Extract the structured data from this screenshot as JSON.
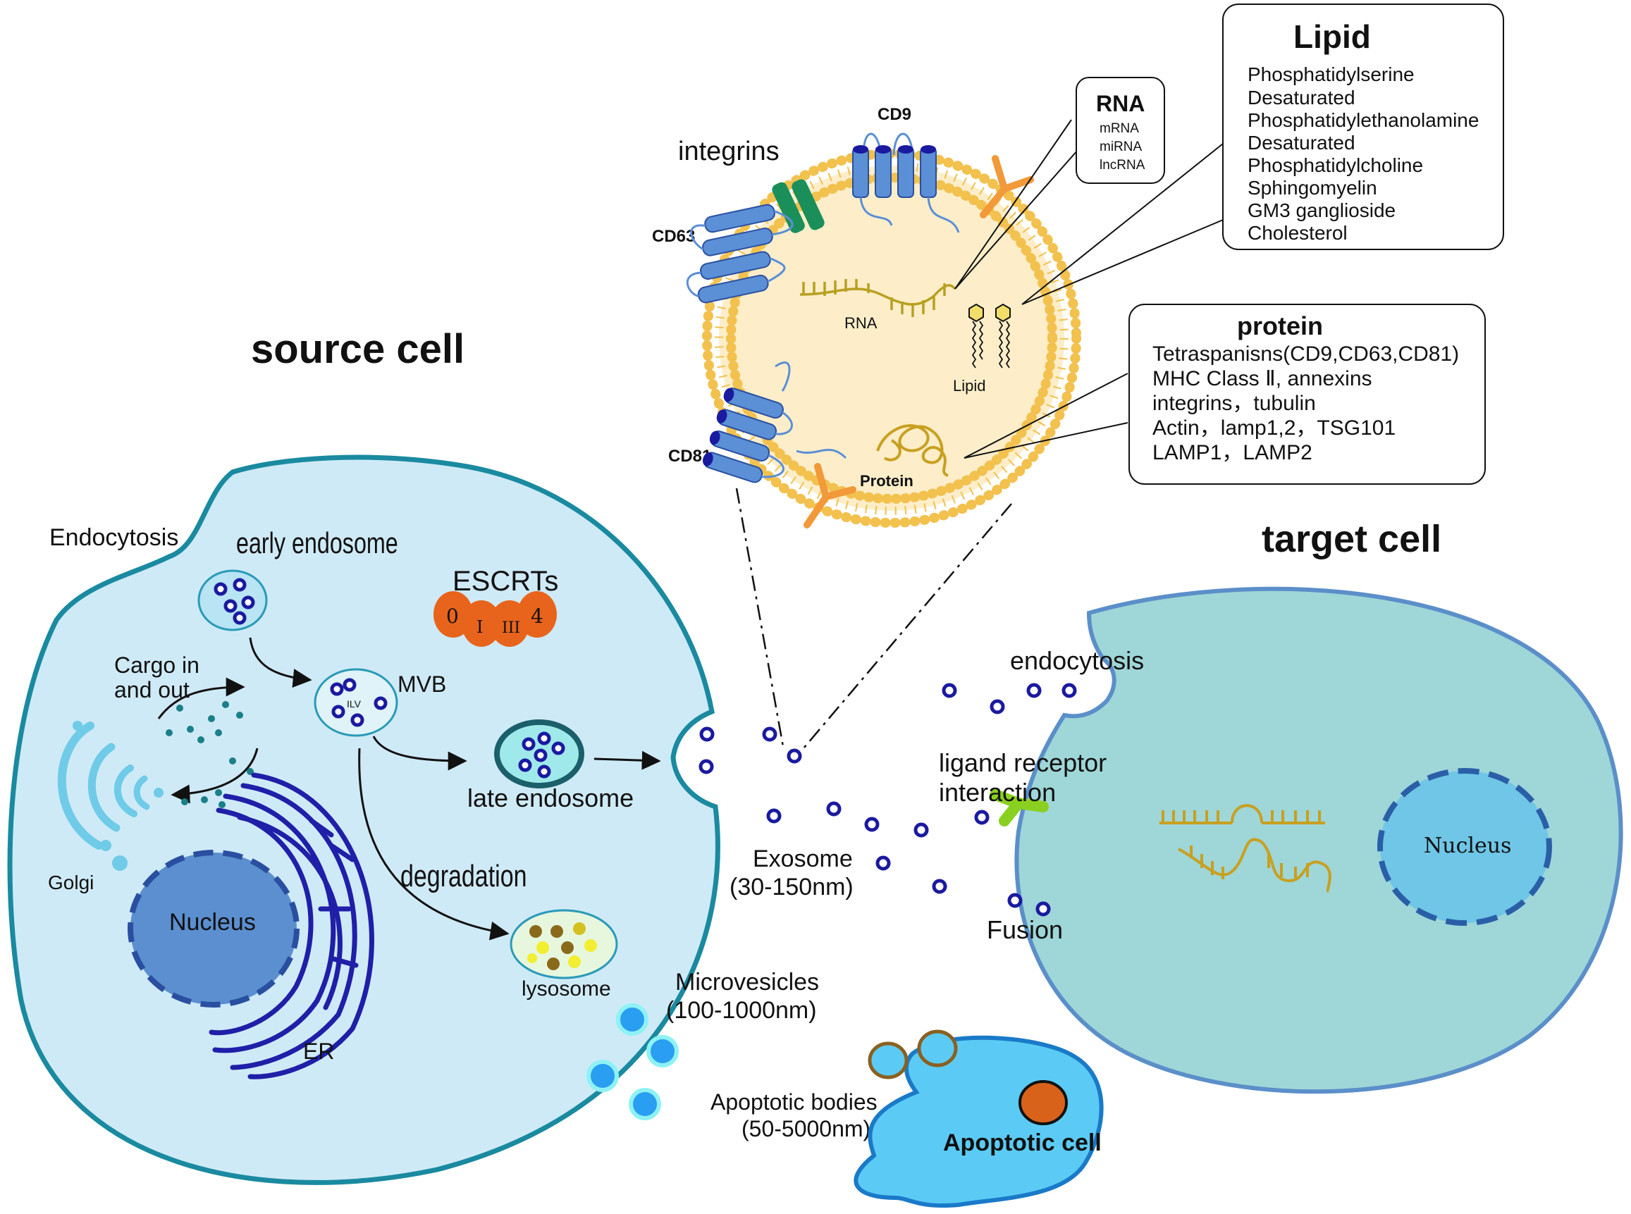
{
  "labels": {
    "source_cell": "source cell",
    "target_cell": "target cell",
    "endocytosis_source": "Endocytosis",
    "early_endosome": "early endosome",
    "escrts": "ESCRTs",
    "escrt_0": "0",
    "escrt_1": "I",
    "escrt_3": "III",
    "escrt_4": "4",
    "cargo": [
      "Cargo in",
      "and out"
    ],
    "mvb": "MVB",
    "ilv": "ILV",
    "late_endosome": "late endosome",
    "degradation": "degradation",
    "lysosome": "lysosome",
    "golgi": "Golgi",
    "nucleus_source": "Nucleus",
    "er": "ER",
    "microvesicles": [
      "Microvesicles",
      "(100-1000nm)"
    ],
    "apoptotic_bodies": [
      "Apoptotic bodies",
      "(50-5000nm)"
    ],
    "apoptotic_cell": "Apoptotic cell",
    "exosome": [
      "Exosome",
      "(30-150nm)"
    ],
    "endocytosis_target": "endocytosis",
    "ligand": [
      "ligand receptor",
      "interaction"
    ],
    "fusion": "Fusion",
    "nucleus_target": "Nucleus",
    "integrins": "integrins",
    "cd9": "CD9",
    "cd63": "CD63",
    "cd81": "CD81",
    "rna_inner": "RNA",
    "lipid_inner": "Lipid",
    "protein_inner": "Protein"
  },
  "rna_box": {
    "title": "RNA",
    "items": [
      "mRNA",
      "miRNA",
      "lncRNA"
    ]
  },
  "lipid_box": {
    "title": "Lipid",
    "items": [
      "Phosphatidylserine",
      "Desaturated",
      "Phosphatidylethanolamine",
      "Desaturated",
      "Phosphatidylcholine",
      "Sphingomyelin",
      "GM3 ganglioside",
      "Cholesterol"
    ]
  },
  "protein_box": {
    "title": "protein",
    "items": [
      "Tetraspanisns(CD9,CD63,CD81)",
      "MHC Class Ⅱ, annexins",
      "integrins，tubulin",
      "Actin，lamp1,2，TSG101",
      "LAMP1，LAMP2"
    ]
  },
  "colors": {
    "source_fill": "#cfeaf7",
    "source_stroke": "#1a8aa0",
    "target_fill": "#9fd6d8",
    "target_stroke": "#5b8fc9",
    "exosome_fill": "#fdeec9",
    "lipid_head": "#f2c14e",
    "tetraspanin": "#5b8fd6",
    "vesicle": "#1a1aa0",
    "escrt": "#e8641c",
    "apoptotic": "#5bcbf5"
  }
}
